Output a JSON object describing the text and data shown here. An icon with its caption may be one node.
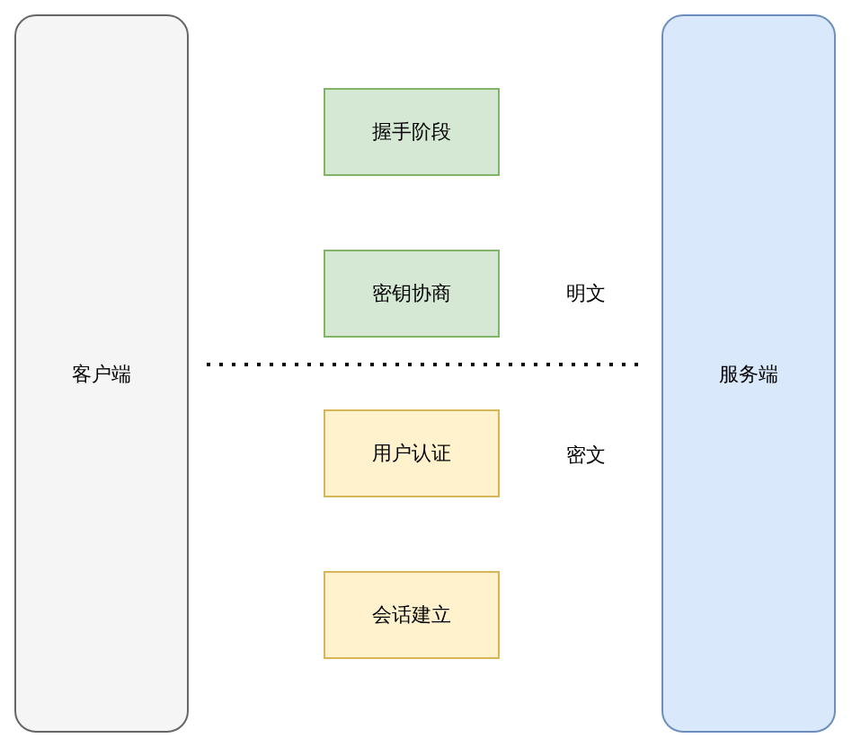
{
  "diagram": {
    "nodes": [
      {
        "text": [
          "客户端"
        ]
      },
      {
        "text": [
          "握手阶段"
        ]
      },
      {
        "text": [
          "密钥协商"
        ]
      },
      {
        "text": [
          "用户认证"
        ]
      },
      {
        "text": [
          "会话建立"
        ]
      },
      {
        "text": [
          "服务端"
        ]
      }
    ],
    "edges": [
      {
        "from": 0,
        "to": 5,
        "arrow": "none",
        "style": "dashed"
      }
    ],
    "labels": [
      "明文",
      "密文"
    ]
  }
}
